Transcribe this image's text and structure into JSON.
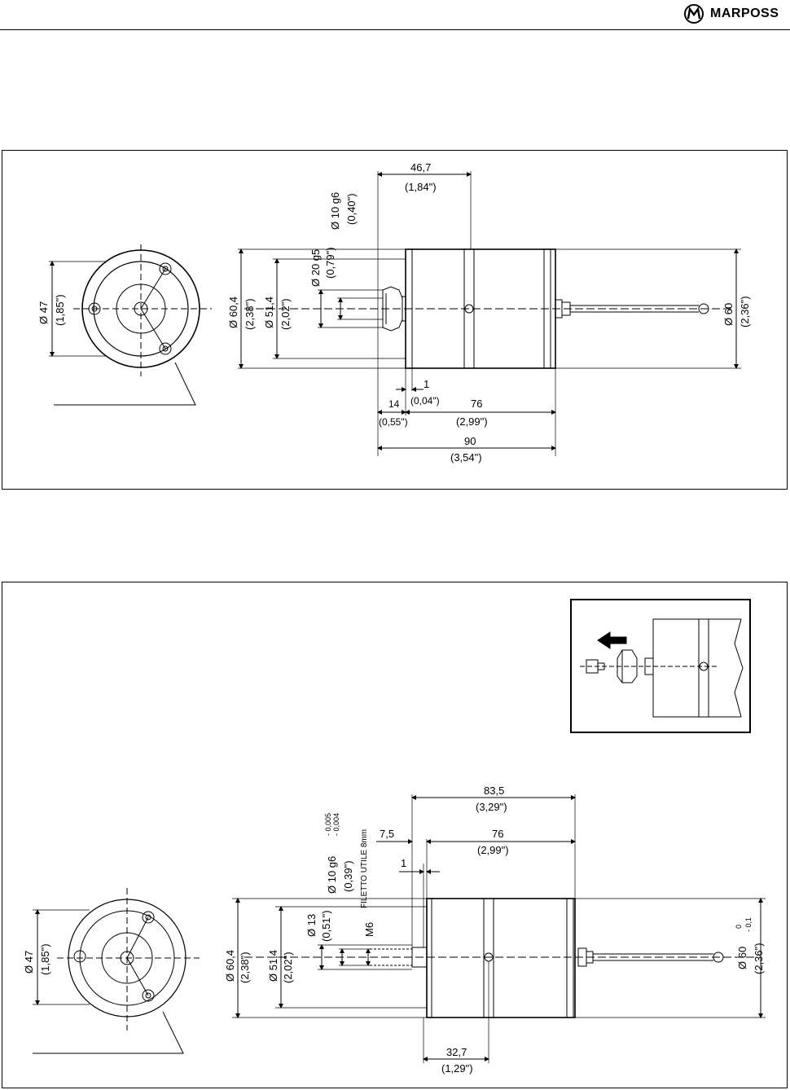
{
  "brand": {
    "name": "MARPOSS"
  },
  "drawing1": {
    "dia47": "Ø 47",
    "dia47_in": "(1,85\")",
    "dia604": "Ø 60,4",
    "dia604_in": "(2,38\")",
    "dia514": "Ø 51,4",
    "dia514_in": "(2,02\")",
    "dia20": "Ø 20  g5",
    "dia20_in": "(0,79\")",
    "dia10": "Ø 10  g6",
    "dia10_in": "(0,40\")",
    "len467": "46,7",
    "len467_in": "(1,84\")",
    "dia60": "Ø 60",
    "dia60_in": "(2,36\")",
    "len1": "1",
    "len1_in": "(0,04\")",
    "len14": "14",
    "len14_in": "(0,55\")",
    "len76": "76",
    "len76_in": "(2,99\")",
    "len90": "90",
    "len90_in": "(3,54\")"
  },
  "drawing2": {
    "dia47": "Ø 47",
    "dia47_in": "(1,85\")",
    "dia604": "Ø 60,4",
    "dia604_in": "(2,38\")",
    "dia514": "Ø 51,4",
    "dia514_in": "(2,02\")",
    "dia13": "Ø 13",
    "dia13_in": "(0,51\")",
    "dia10": "Ø 10   g6",
    "dia10_tol_upper": "- 0,005",
    "dia10_tol_lower": "- 0,004",
    "dia10_in": "(0,39\")",
    "m6": "M6",
    "filetto": "FILETTO UTILE  8mm",
    "len835": "83,5",
    "len835_in": "(3,29\")",
    "len75": "7,5",
    "len76": "76",
    "len76_in": "(2,99\")",
    "len1": "1",
    "dia60": "Ø 60",
    "dia60_tol_upper": "0",
    "dia60_tol_lower": "- 0,1",
    "dia60_in": "(2,36\")",
    "len327": "32,7",
    "len327_in": "(1,29\")"
  }
}
